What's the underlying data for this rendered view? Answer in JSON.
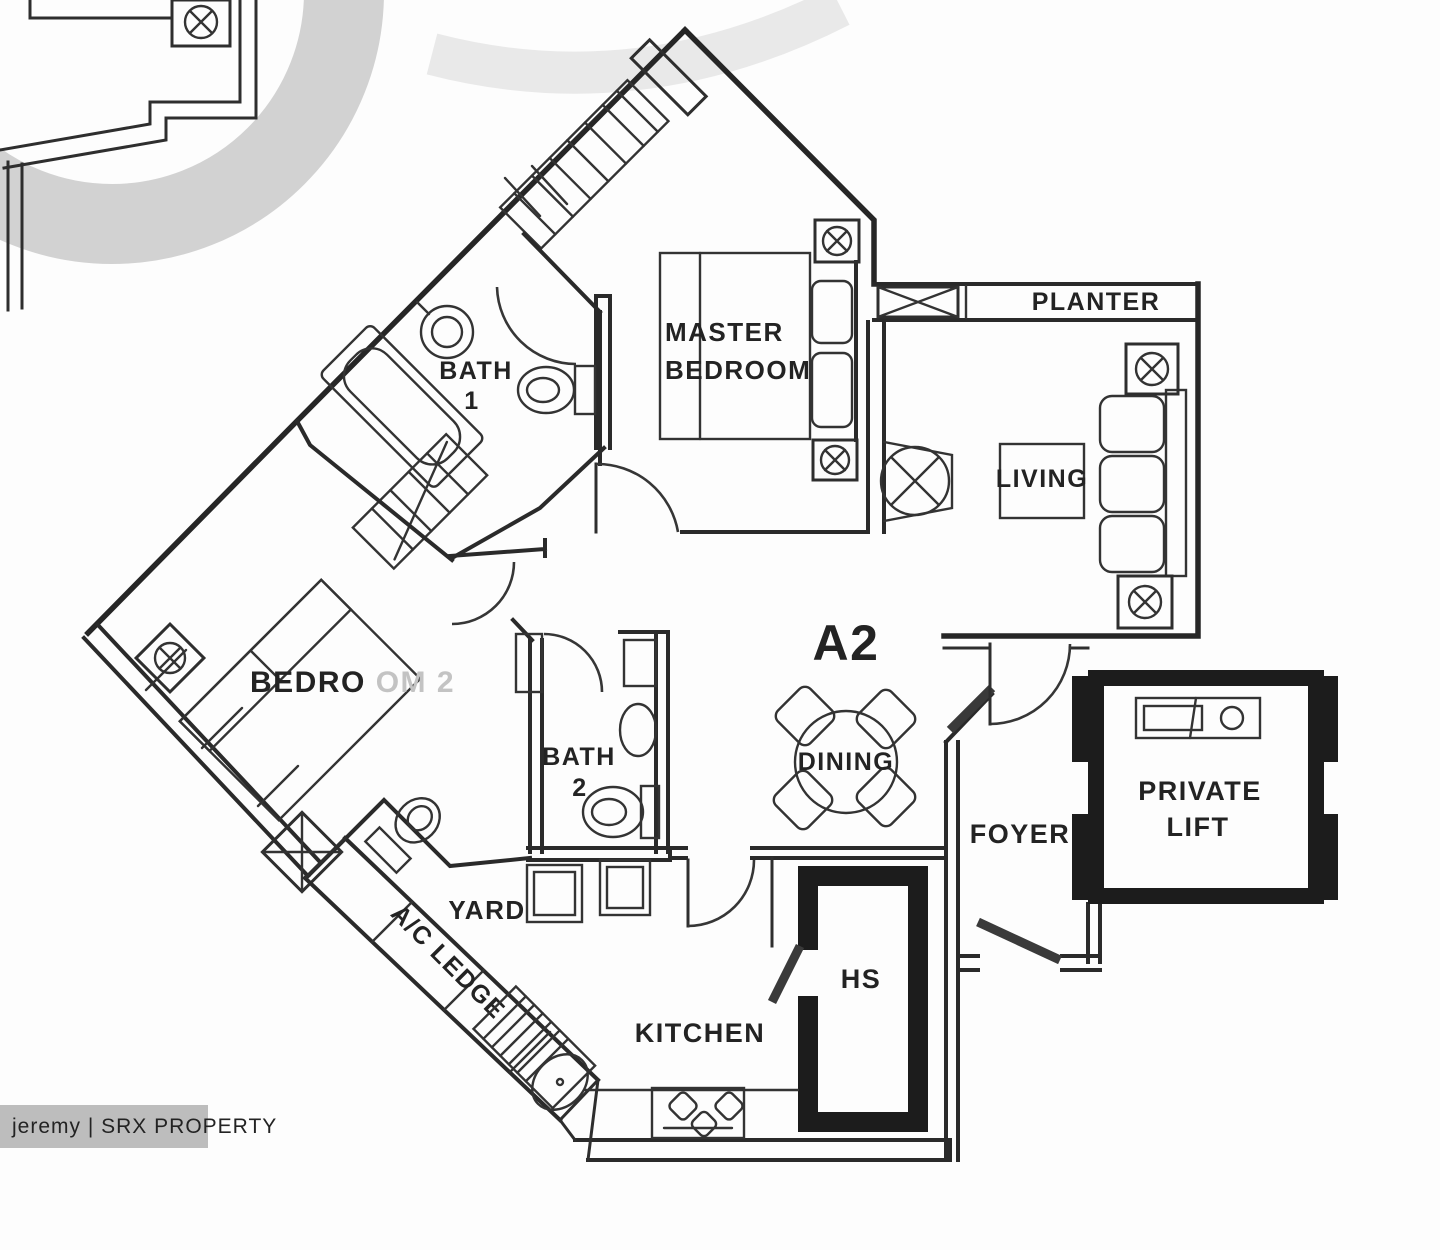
{
  "plan": {
    "unit_label": "A2",
    "labels": {
      "planter": "PLANTER",
      "master_bedroom_line1": "MASTER",
      "master_bedroom_line2": "BEDROOM",
      "bath1_line1": "BATH",
      "bath1_line2": "1",
      "living": "LIVING",
      "bedroom2_visible": "BEDRO",
      "bedroom2_faded": "OM 2",
      "bath2_line1": "BATH",
      "bath2_line2": "2",
      "dining": "DINING",
      "foyer": "FOYER",
      "private_lift_line1": "PRIVATE",
      "private_lift_line2": "LIFT",
      "yard": "YARD",
      "ac_ledge": "A/C LEDGE",
      "kitchen": "KITCHEN",
      "hs": "HS"
    },
    "colors": {
      "line": "#2a2a2a",
      "wall_fill": "#1c1c1c",
      "faded_text": "#c3c3c3",
      "watermark_ring": "#cacaca",
      "watermark_swoosh": "#dedede"
    }
  },
  "watermark": {
    "credit": "jeremy | SRX PROPERTY",
    "bar_color": "#bdbdbd",
    "text_color": "#ffffff"
  }
}
